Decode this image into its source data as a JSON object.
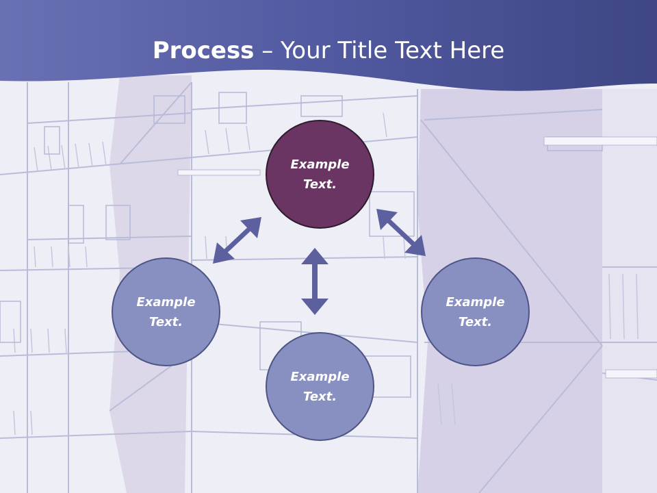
{
  "title": {
    "bold": "Process",
    "rest": " – Your Title Text Here"
  },
  "nodes": {
    "top": {
      "line1": "Example",
      "line2": "Text."
    },
    "left": {
      "line1": "Example",
      "line2": "Text."
    },
    "right": {
      "line1": "Example",
      "line2": "Text."
    },
    "bottom": {
      "line1": "Example",
      "line2": "Text."
    }
  },
  "colors": {
    "banner": "#5a61a6",
    "highlight_node": "#6a3463",
    "node": "#8890c2",
    "arrow": "#5d609e"
  }
}
